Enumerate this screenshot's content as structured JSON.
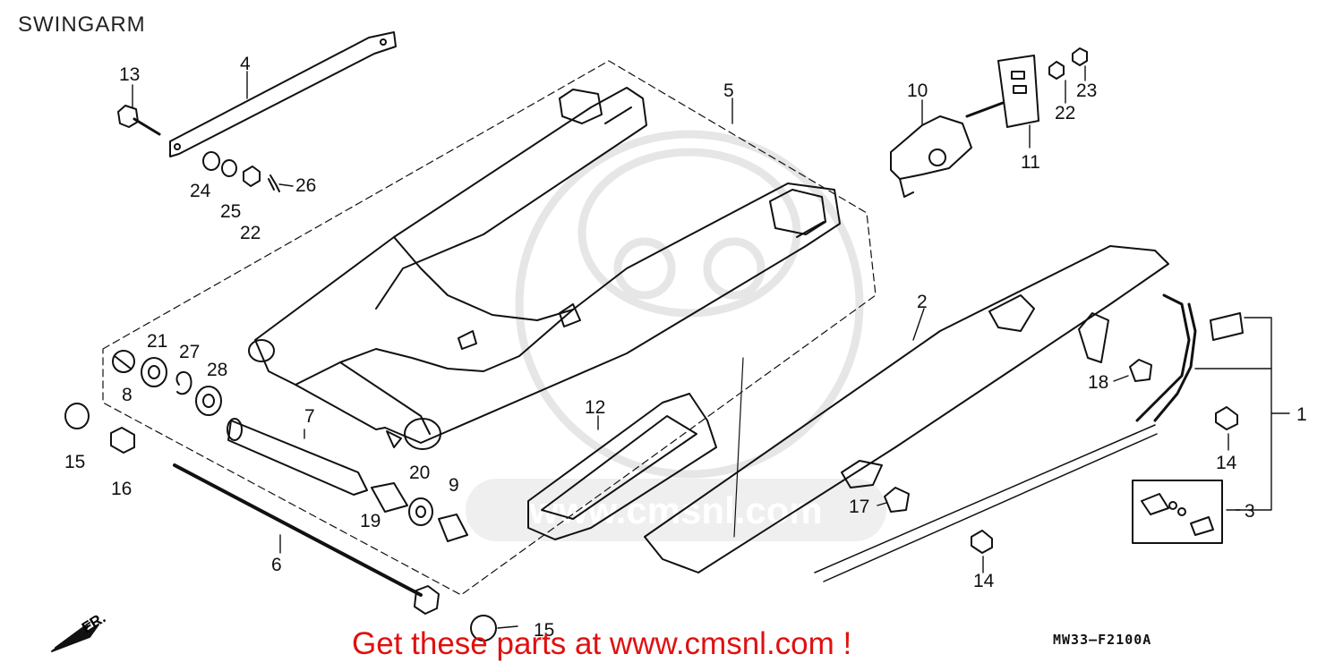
{
  "title": "SWINGARM",
  "diagram_code": "MW33–F2100A",
  "promo": "Get these parts at www.cmsnl.com !",
  "direction_label": "FR.",
  "watermark": "www.cmsnl.com",
  "colors": {
    "line": "#111111",
    "promo": "#e01010",
    "watermark": "#e6e6e6"
  },
  "labels": [
    {
      "id": "1",
      "text": "1"
    },
    {
      "id": "2",
      "text": "2"
    },
    {
      "id": "3",
      "text": "3"
    },
    {
      "id": "4",
      "text": "4"
    },
    {
      "id": "5",
      "text": "5"
    },
    {
      "id": "6",
      "text": "6"
    },
    {
      "id": "7",
      "text": "7"
    },
    {
      "id": "8",
      "text": "8"
    },
    {
      "id": "9",
      "text": "9"
    },
    {
      "id": "10",
      "text": "10"
    },
    {
      "id": "11",
      "text": "11"
    },
    {
      "id": "12",
      "text": "12"
    },
    {
      "id": "13",
      "text": "13"
    },
    {
      "id": "14a",
      "text": "14"
    },
    {
      "id": "14b",
      "text": "14"
    },
    {
      "id": "15a",
      "text": "15"
    },
    {
      "id": "15b",
      "text": "15"
    },
    {
      "id": "16",
      "text": "16"
    },
    {
      "id": "17",
      "text": "17"
    },
    {
      "id": "18",
      "text": "18"
    },
    {
      "id": "19",
      "text": "19"
    },
    {
      "id": "20",
      "text": "20"
    },
    {
      "id": "21",
      "text": "21"
    },
    {
      "id": "22a",
      "text": "22"
    },
    {
      "id": "22b",
      "text": "22"
    },
    {
      "id": "23",
      "text": "23"
    },
    {
      "id": "24",
      "text": "24"
    },
    {
      "id": "25",
      "text": "25"
    },
    {
      "id": "26",
      "text": "26"
    },
    {
      "id": "27",
      "text": "27"
    },
    {
      "id": "28",
      "text": "28"
    }
  ]
}
